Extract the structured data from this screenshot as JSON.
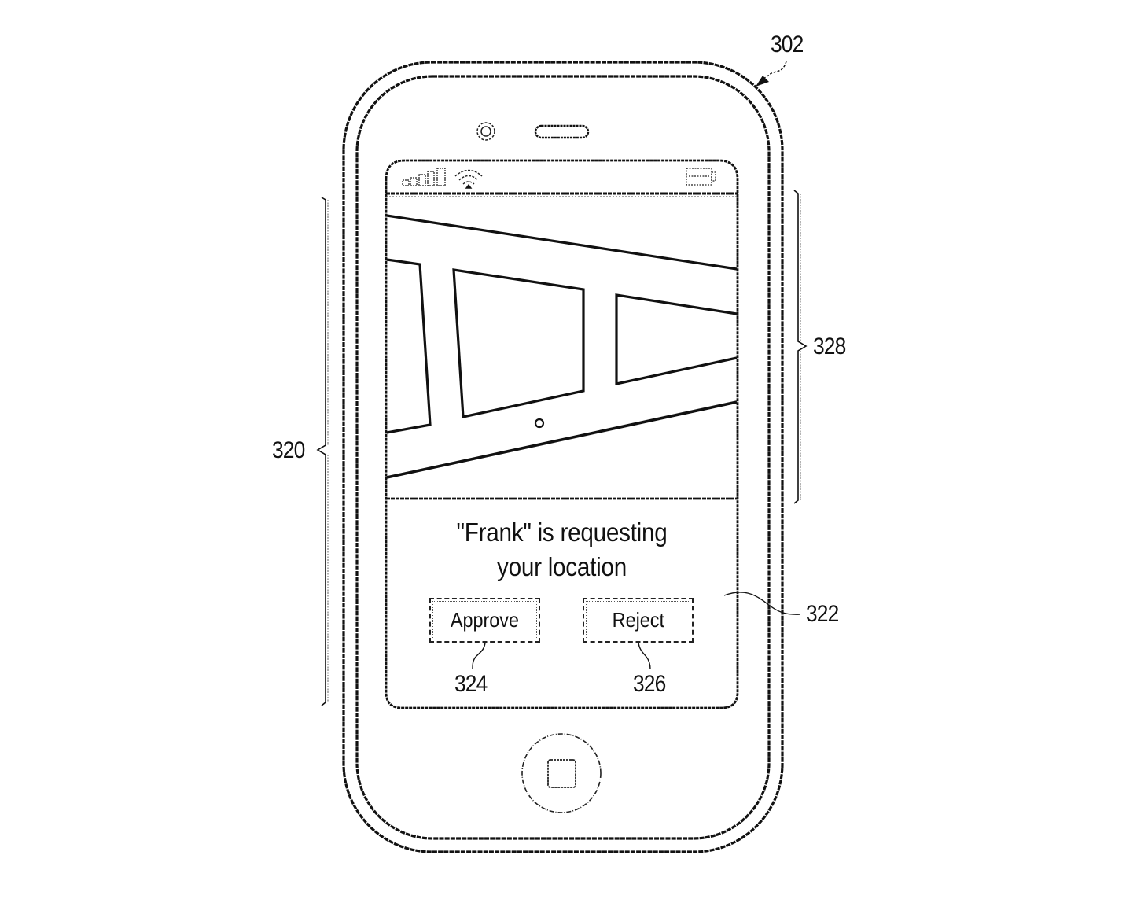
{
  "figure": {
    "device_ref": "302",
    "screen_region_ref": "320",
    "dialog_ref": "322",
    "approve_ref": "324",
    "reject_ref": "326",
    "camera_view_ref": "328"
  },
  "status_bar": {
    "icons": [
      "signal-strength-icon",
      "wifi-icon",
      "battery-icon"
    ]
  },
  "dialog": {
    "message_line1": "\"Frank\" is requesting",
    "message_line2": "your location",
    "approve_label": "Approve",
    "reject_label": "Reject"
  },
  "colors": {
    "line": "#111111",
    "background": "#ffffff"
  }
}
